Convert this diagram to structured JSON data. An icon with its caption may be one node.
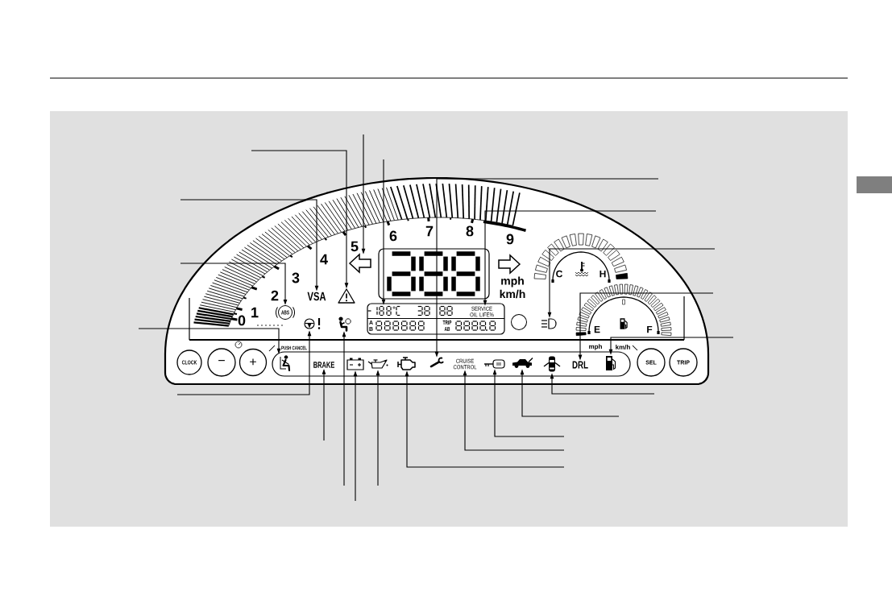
{
  "diagram": {
    "nodes": [
      {
        "text": [],
        "shape": "arrow"
      },
      {
        "text": [],
        "shape": "arrow"
      },
      {
        "text": [
          "ABS"
        ]
      },
      {
        "text": [
          "VSA"
        ]
      },
      {
        "text": [],
        "shape": "triangle"
      },
      {
        "text": [],
        "shape": "picture"
      },
      {
        "text": [],
        "shape": "picture"
      },
      {
        "text": [],
        "shape": "box"
      },
      {
        "text": [],
        "shape": "picture",
        "in": 7
      },
      {
        "text": [
          "SERVICE OIL LIFE%"
        ],
        "in": 7
      },
      {
        "text": [],
        "shape": "circle"
      },
      {
        "text": [],
        "shape": "picture"
      },
      {
        "text": [
          "CLOCK"
        ]
      },
      {
        "text": [
          "−"
        ]
      },
      {
        "text": [
          "+"
        ]
      },
      {
        "text": [],
        "shape": "box"
      },
      {
        "text": [],
        "shape": "picture",
        "in": 15
      },
      {
        "text": [
          "BRAKE"
        ],
        "in": 15
      },
      {
        "text": [],
        "shape": "picture",
        "in": 15
      },
      {
        "text": [],
        "shape": "picture",
        "in": 15
      },
      {
        "text": [],
        "shape": "picture",
        "in": 15
      },
      {
        "text": [],
        "shape": "picture",
        "in": 15
      },
      {
        "text": [
          "CRUISE CONTROL"
        ],
        "in": 15
      },
      {
        "text": [],
        "shape": "picture",
        "in": 15
      },
      {
        "text": [],
        "shape": "picture",
        "in": 15
      },
      {
        "text": [],
        "shape": "picture",
        "in": 15
      },
      {
        "text": [
          "DRL"
        ],
        "in": 15
      },
      {
        "text": [],
        "shape": "picture",
        "in": 15
      },
      {
        "text": [
          "SEL"
        ]
      },
      {
        "text": [
          "TRIP"
        ]
      }
    ],
    "edges": [
      {
        "from": null,
        "to": 4,
        "arrow": "to"
      },
      {
        "from": null,
        "to": 0,
        "arrow": "to"
      },
      {
        "from": null,
        "to": 3,
        "arrow": "to"
      },
      {
        "from": null,
        "to": 8,
        "arrow": "to"
      },
      {
        "from": null,
        "to": 21,
        "arrow": "to"
      },
      {
        "from": null,
        "to": 9,
        "arrow": "to"
      },
      {
        "from": null,
        "to": 2,
        "arrow": "to"
      },
      {
        "from": null,
        "to": 11,
        "arrow": "to"
      },
      {
        "from": null,
        "to": 26,
        "arrow": "to"
      },
      {
        "from": null,
        "to": 27,
        "arrow": "to"
      },
      {
        "from": null,
        "to": 16,
        "arrow": "to"
      },
      {
        "from": null,
        "to": 5,
        "arrow": "to"
      },
      {
        "from": null,
        "to": 17,
        "arrow": "to"
      },
      {
        "from": null,
        "to": 6,
        "arrow": "to"
      },
      {
        "from": null,
        "to": 18,
        "arrow": "to"
      },
      {
        "from": null,
        "to": 19,
        "arrow": "to"
      },
      {
        "from": null,
        "to": 20,
        "arrow": "to"
      },
      {
        "from": null,
        "to": 22,
        "arrow": "to"
      },
      {
        "from": null,
        "to": 23,
        "arrow": "to"
      },
      {
        "from": null,
        "to": 24,
        "arrow": "to"
      },
      {
        "from": null,
        "to": 25,
        "arrow": "to"
      }
    ],
    "labels": [
      "0",
      "1",
      "2",
      "3",
      "4",
      "5",
      "6",
      "7",
      "8",
      "9",
      "mph",
      "km/h",
      "C",
      "H",
      "A",
      "B",
      "TRIP",
      "AB",
      "E",
      "F",
      "PUSH CANCEL",
      "mph",
      "km/h"
    ]
  }
}
